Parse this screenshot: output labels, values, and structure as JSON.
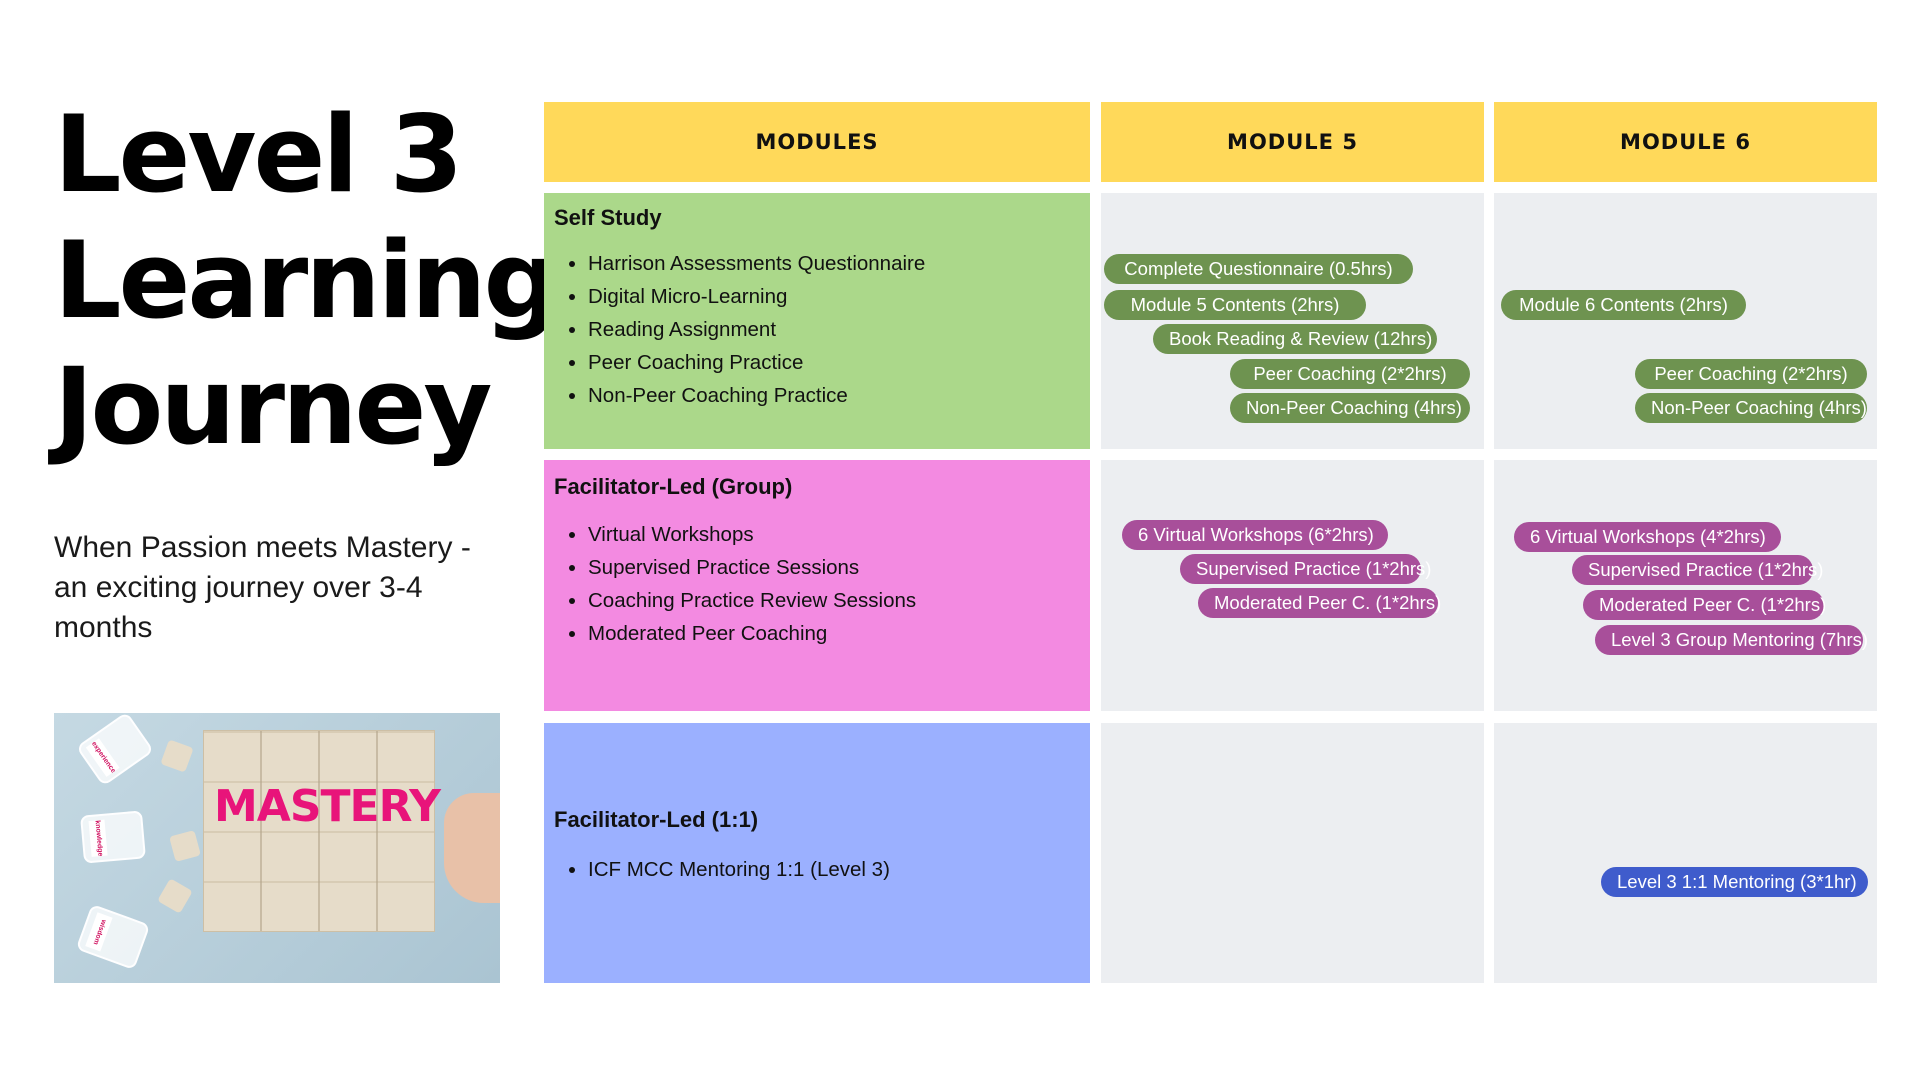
{
  "title": {
    "line1": "Level 3",
    "line2": "Learning",
    "line3": "Journey"
  },
  "subtitle": "When Passion meets Mastery - an exciting journey over 3-4 months",
  "image": {
    "word": "MASTERY",
    "jar_labels": [
      "experience",
      "knowledge",
      "wisdom"
    ]
  },
  "table": {
    "headers": [
      "MODULES",
      "MODULE 5",
      "MODULE 6"
    ],
    "rows": [
      {
        "category": "Self Study",
        "items": [
          "Harrison Assessments Questionnaire",
          "Digital Micro-Learning",
          "Reading Assignment",
          "Peer Coaching Practice",
          "Non-Peer Coaching Practice"
        ],
        "module5": [
          "Complete Questionnaire  (0.5hrs)",
          "Module 5 Contents (2hrs)",
          "Book Reading & Review (12hrs)",
          "Peer Coaching (2*2hrs)",
          "Non-Peer Coaching (4hrs)"
        ],
        "module6": [
          "Module 6 Contents (2hrs)",
          "Peer Coaching (2*2hrs)",
          "Non-Peer Coaching (4hrs)"
        ]
      },
      {
        "category": "Facilitator-Led (Group)",
        "items": [
          "Virtual Workshops",
          "Supervised Practice Sessions",
          "Coaching Practice Review Sessions",
          "Moderated Peer Coaching"
        ],
        "module5": [
          "6 Virtual Workshops (6*2hrs)",
          "Supervised Practice (1*2hrs)",
          "Moderated Peer C. (1*2hrs)"
        ],
        "module6": [
          "6 Virtual Workshops (4*2hrs)",
          "Supervised Practice (1*2hrs)",
          "Moderated Peer C. (1*2hrs)",
          "Level 3 Group Mentoring (7hrs)"
        ]
      },
      {
        "category": "Facilitator-Led (1:1)",
        "items": [
          "ICF MCC Mentoring 1:1 (Level 3)"
        ],
        "module5": [],
        "module6": [
          "Level 3 1:1 Mentoring (3*1hr)"
        ]
      }
    ]
  },
  "colors": {
    "header": "#ffd95a",
    "self_study": "#abd88a",
    "facilitator_group": "#f38ae1",
    "facilitator_one_on_one": "#9bb0ff",
    "empty_cell": "#eceef1",
    "pill_green": "#6e9350",
    "pill_purple": "#a84f9a",
    "pill_blue": "#3f5ccc"
  }
}
